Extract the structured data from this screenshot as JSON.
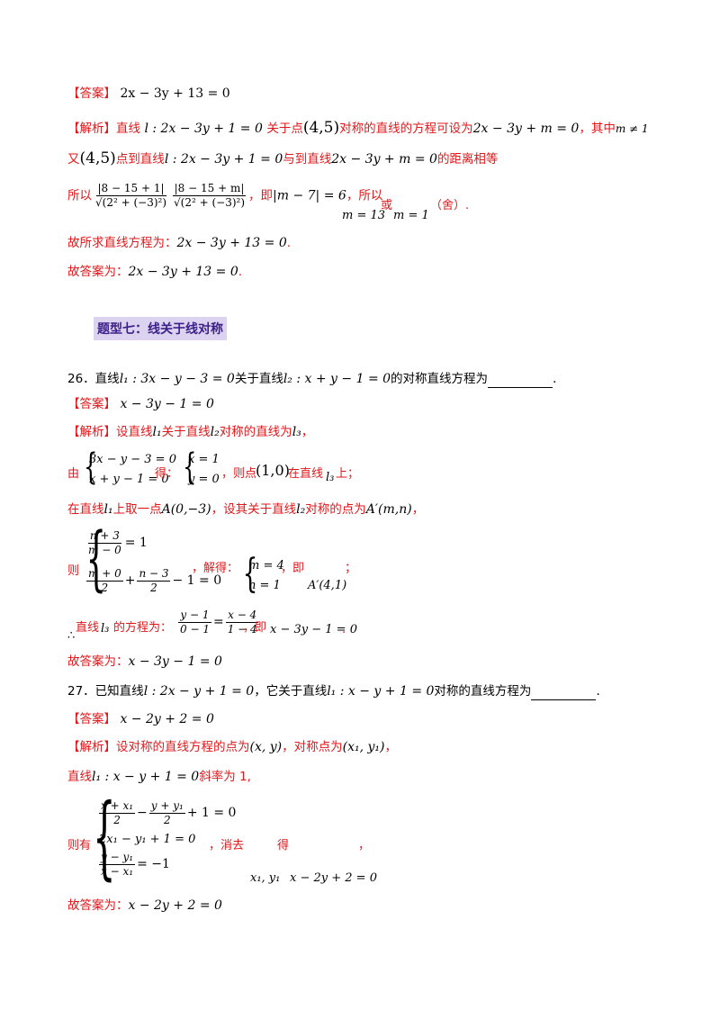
{
  "block1": {
    "answer_tag": "【答案】",
    "answer": "2x − 3y + 13 = 0",
    "analysis_tag": "【解析】",
    "a1_t1": "直线",
    "a1_m1": "l : 2x − 3y + 1 = 0",
    "a1_t2": "关于点",
    "a1_m2": "(4,5)",
    "a1_t3": "对称的直线的方程可设为",
    "a1_m3": "2x − 3y + m = 0",
    "a1_t4": "，其中",
    "a1_m4": "m ≠ 1",
    "a2_t1": "又",
    "a2_m1": "(4,5)",
    "a2_t2": "点到直线",
    "a2_m2": "l : 2x − 3y + 1 = 0",
    "a2_t3": "与到直线",
    "a2_m3": "2x − 3y + m = 0",
    "a2_t4": "的距离相等",
    "a3_t1": "所以",
    "a3_f1_num": "|8 − 15 + 1|",
    "a3_f1_den": "√(2² + (−3)²)",
    "a3_f2_num": "|8 − 15 + m|",
    "a3_f2_den": "√(2² + (−3)²)",
    "a3_t2": "，即",
    "a3_m1": "|m − 7| = 6",
    "a3_t3": "，所以",
    "a3_m2": "m = 13",
    "a3_t4": "或",
    "a3_m3": "m = 1",
    "a3_t5": "（舍）.",
    "a4_t1": "故所求直线方程为：",
    "a4_m1": "2x − 3y + 13 = 0",
    "a5_t1": "故答案为：",
    "a5_m1": "2x − 3y + 13 = 0"
  },
  "heading": "题型七：线关于线对称",
  "q26": {
    "t1": "26．直线",
    "m1": "l₁ : 3x − y − 3 = 0",
    "t2": "关于直线",
    "m2": "l₂ : x + y − 1 = 0",
    "t3": "的对称直线方程为",
    "answer_tag": "【答案】",
    "answer": "x − 3y − 1 = 0",
    "analysis_tag": "【解析】",
    "b1_t1": "设直线",
    "b1_m1": "l₁",
    "b1_t2": "关于直线",
    "b1_m2": "l₂",
    "b1_t3": "对称的直线为",
    "b1_m3": "l₃",
    "b2_t1": "由",
    "b2_s1": "3x − y − 3 = 0",
    "b2_s2": "x + y − 1 = 0",
    "b2_t2": "得：",
    "b2_s3": "x = 1",
    "b2_s4": "y = 0",
    "b2_t3": "，则点",
    "b2_m1": "(1,0)",
    "b2_t4": "在直线",
    "b2_m2": "l₃",
    "b2_t5": "上；",
    "b3_t1": "在直线",
    "b3_m1": "l₁",
    "b3_t2": "上取一点",
    "b3_m2": "A(0,−3)",
    "b3_t3": "，设其关于直线",
    "b3_m3": "l₂",
    "b3_t4": "对称的点为",
    "b3_m4": "A′(m,n)",
    "b4_t1": "则",
    "b4_s1_num": "n + 3",
    "b4_s1_den": "m − 0",
    "b4_s1_rhs": "= 1",
    "b4_s2a_num": "m + 0",
    "b4_s2a_den": "2",
    "b4_s2b_num": "n − 3",
    "b4_s2b_den": "2",
    "b4_s2_rhs": "− 1 = 0",
    "b4_t2": "，解得：",
    "b4_s3": "m = 4",
    "b4_s4": "n = 1",
    "b4_t3": "，即",
    "b4_m1": "A′(4,1)",
    "b4_t4": "；",
    "b5_t0": "∴",
    "b5_t1": "直线",
    "b5_m1": "l₃",
    "b5_t2": "的方程为：",
    "b5_f1_num": "y − 1",
    "b5_f1_den": "0 − 1",
    "b5_f2_num": "x − 4",
    "b5_f2_den": "1 − 4",
    "b5_t3": "，即",
    "b5_m2": "x − 3y − 1 = 0",
    "b6_t1": "故答案为：",
    "b6_m1": "x − 3y − 1 = 0"
  },
  "q27": {
    "t1": "27．已知直线",
    "m1": "l : 2x − y + 1 = 0",
    "t2": "，它关于直线",
    "m2": "l₁ : x − y + 1 = 0",
    "t3": "对称的直线方程为",
    "answer_tag": "【答案】",
    "answer": "x − 2y + 2 = 0",
    "analysis_tag": "【解析】",
    "c1_t1": "设对称的直线方程的点为",
    "c1_m1": "(x, y)",
    "c1_t2": "，对称点为",
    "c1_m2": "(x₁, y₁)",
    "c2_t1": "直线",
    "c2_m1": "l₁ : x − y + 1 = 0",
    "c2_t2": "斜率为 1,",
    "c3_t1": "则有",
    "c3_s1a_num": "x + x₁",
    "c3_s1a_den": "2",
    "c3_s1b_num": "y + y₁",
    "c3_s1b_den": "2",
    "c3_s1_rhs": "+ 1 = 0",
    "c3_s2": "2x₁ − y₁ + 1 = 0",
    "c3_s3_num": "y − y₁",
    "c3_s3_den": "x − x₁",
    "c3_s3_rhs": "= −1",
    "c3_t2": "，消去",
    "c3_m1": "x₁, y₁",
    "c3_t3": "得",
    "c3_m2": "x − 2y + 2 = 0",
    "c3_t4": "，",
    "c4_t1": "故答案为：",
    "c4_m1": "x − 2y + 2 = 0"
  }
}
